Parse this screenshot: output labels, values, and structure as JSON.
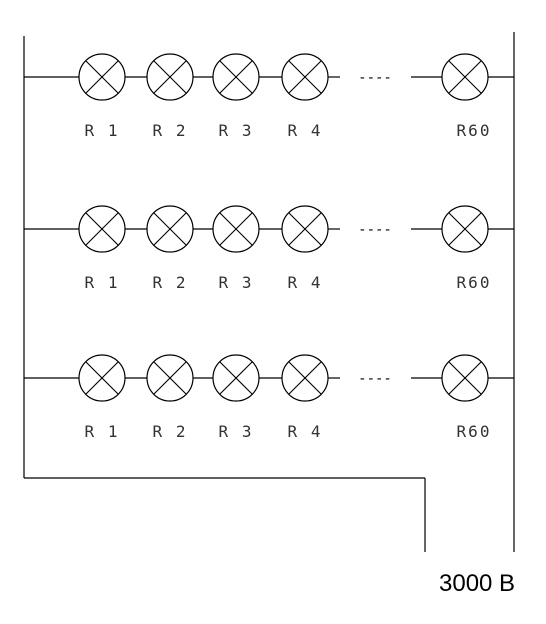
{
  "rows": [
    {
      "labels": [
        "R 1",
        "R 2",
        "R 3",
        "R 4",
        "R60"
      ]
    },
    {
      "labels": [
        "R 1",
        "R 2",
        "R 3",
        "R 4",
        "R60"
      ]
    },
    {
      "labels": [
        "R 1",
        "R 2",
        "R 3",
        "R 4",
        "R60"
      ]
    }
  ],
  "dashes": "----",
  "voltage_label": "3000 B"
}
